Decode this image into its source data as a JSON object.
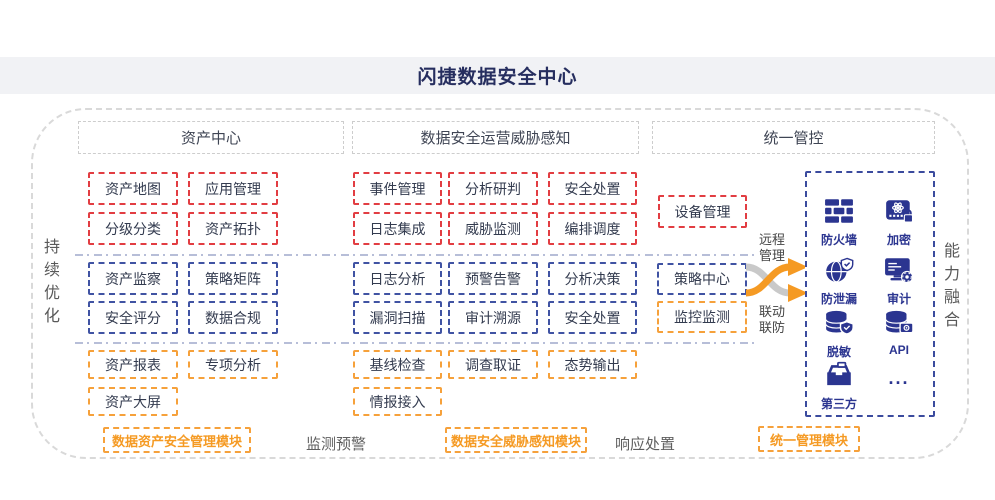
{
  "title": "闪捷数据安全中心",
  "sides": {
    "left": "持续优化",
    "right": "能力融合"
  },
  "col1": {
    "header": "资产中心",
    "red": [
      "资产地图",
      "应用管理",
      "分级分类",
      "资产拓扑"
    ],
    "blue": [
      "资产监察",
      "策略矩阵",
      "安全评分",
      "数据合规"
    ],
    "orange": [
      "资产报表",
      "专项分析",
      "资产大屏"
    ],
    "module": "数据资产安全管理模块"
  },
  "col2": {
    "header": "数据安全运营威胁感知",
    "red": [
      "事件管理",
      "分析研判",
      "安全处置",
      "日志集成",
      "威胁监测",
      "编排调度"
    ],
    "blue": [
      "日志分析",
      "预警告警",
      "分析决策",
      "漏洞扫描",
      "审计溯源",
      "安全处置"
    ],
    "orange": [
      "基线检查",
      "调查取证",
      "态势输出",
      "情报接入"
    ],
    "module": "数据安全威胁感知模块"
  },
  "col3": {
    "header": "统一管控",
    "device": "设备管理",
    "policy": "策略中心",
    "monitor": "监控监测",
    "module": "统一管理模块",
    "arrow_top": "远程管理",
    "arrow_bottom": "联动联防",
    "icons": [
      {
        "name": "firewall",
        "label": "防火墙"
      },
      {
        "name": "encryption",
        "label": "加密"
      },
      {
        "name": "leak-prevention",
        "label": "防泄漏"
      },
      {
        "name": "audit",
        "label": "审计"
      },
      {
        "name": "data-masking",
        "label": "脱敏"
      },
      {
        "name": "api",
        "label": "API"
      },
      {
        "name": "third-party",
        "label": "第三方"
      },
      {
        "name": "more",
        "label": "..."
      }
    ]
  },
  "footer": {
    "monitor": "监测预警",
    "response": "响应处置"
  },
  "colors": {
    "red": "#e23d42",
    "blue": "#4053a3",
    "orange": "#f6a13b",
    "navy": "#2b3590",
    "accent_text": "#f59a23",
    "title_navy": "#262e5f"
  }
}
